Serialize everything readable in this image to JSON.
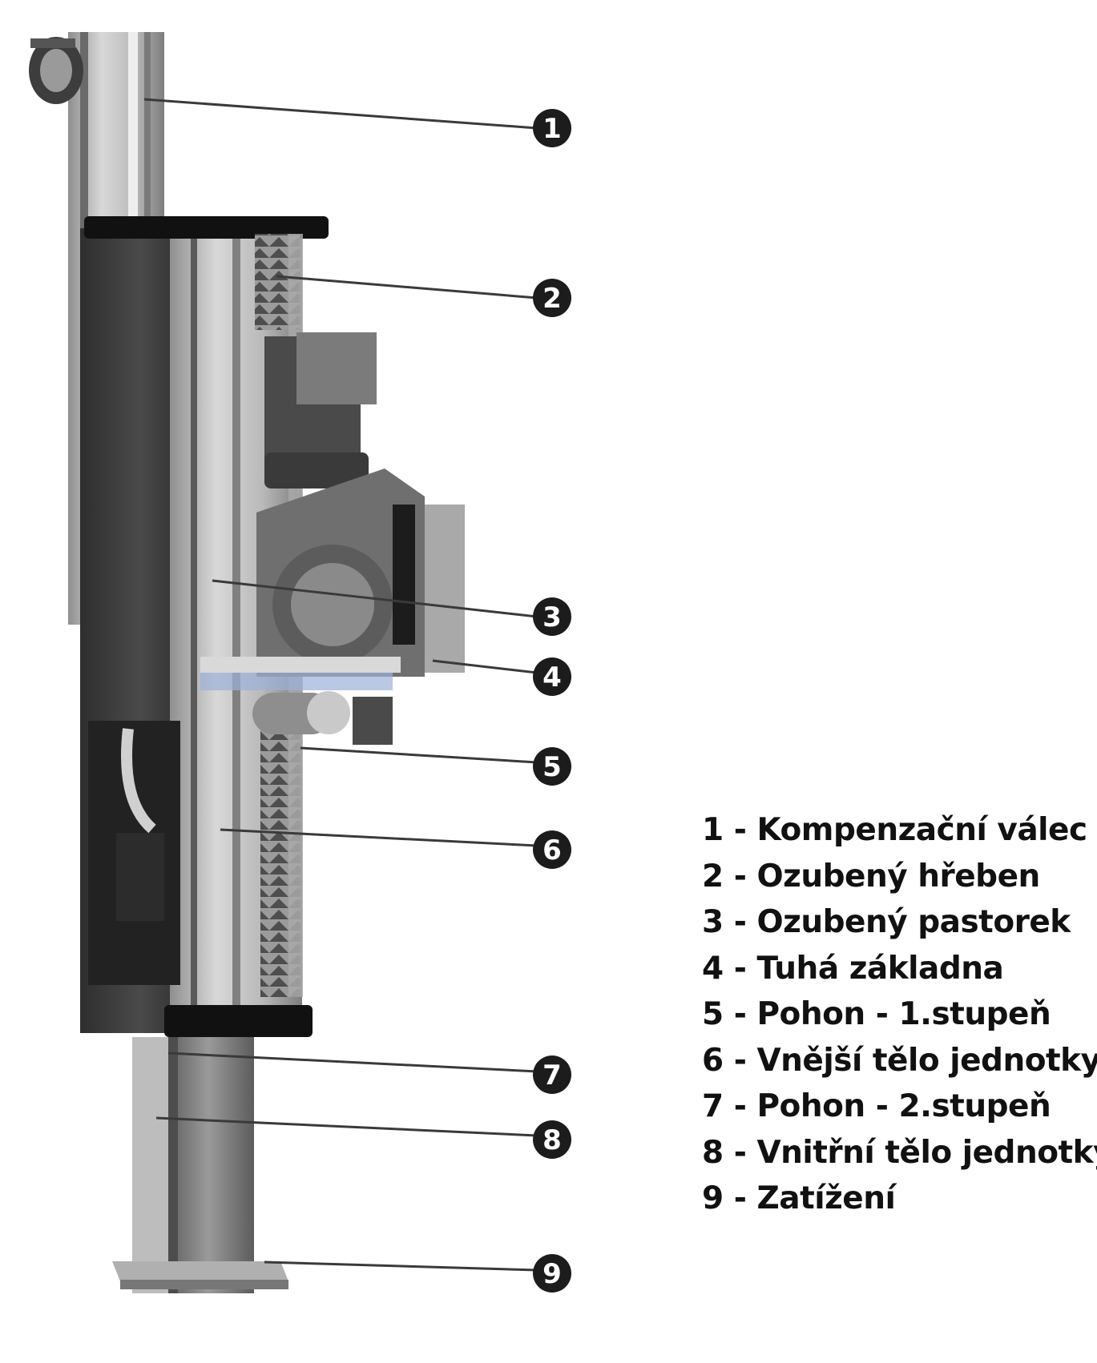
{
  "callouts": [
    "1",
    "2",
    "3",
    "4",
    "5",
    "6",
    "7",
    "8",
    "9"
  ],
  "legend": [
    "1 - Kompenzační válec",
    "2 - Ozubený hřeben",
    "3 - Ozubený pastorek",
    "4 - Tuhá základna",
    "5 - Pohon - 1.stupeň",
    "6 - Vnější tělo jednotky",
    "7 - Pohon - 2.stupeň",
    "8 - Vnitřní tělo jednotky",
    "9 - Zatížení"
  ],
  "colors": {
    "background": "#ffffff",
    "text": "#111111",
    "callout_fill": "#1c1c1c",
    "leader_line": "#3a3a3a"
  }
}
